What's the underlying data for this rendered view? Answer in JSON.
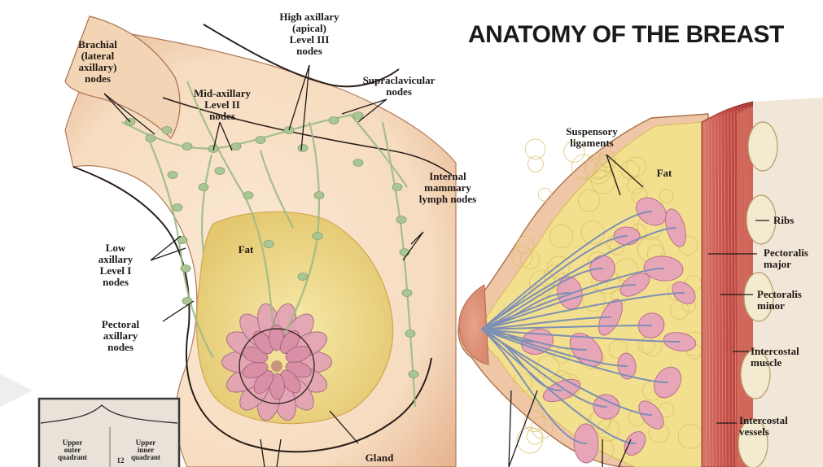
{
  "title": "ANATOMY OF THE BREAST",
  "left_labels": {
    "high_axillary": "High axillary\n(apical)\nLevel III\nnodes",
    "brachial": "Brachial\n(lateral\naxillary)\nnodes",
    "mid_axillary": "Mid-axillary\nLevel II\nnodes",
    "supraclavicular": "Supraclavicular\nnodes",
    "internal_mammary": "Internal\nmammary\nlymph nodes",
    "low_axillary": "Low\naxillary\nLevel I\nnodes",
    "pectoral": "Pectoral\naxillary\nnodes",
    "fat": "Fat",
    "gland": "Gland"
  },
  "right_labels": {
    "suspensory": "Suspensory\nligaments",
    "fat": "Fat",
    "ribs": "Ribs",
    "pectoralis_major": "Pectoralis\nmajor",
    "pectoralis_minor": "Pectoralis\nminor",
    "intercostal_muscle": "Intercostal\nmuscle",
    "intercostal_vessels": "Intercostal\nvessels"
  },
  "inset": {
    "upper_outer": "Upper\nouter\nquadrant",
    "upper_inner": "Upper\ninner\nquadrant",
    "clock_12": "12"
  },
  "colors": {
    "skin": "#f6dcc0",
    "skin_shade": "#e9b896",
    "fat_yellow": "#f1e08a",
    "gland_pink": "#e7a6b8",
    "lymph_green": "#a9c694",
    "muscle_red": "#c9524a",
    "rib_cream": "#f3ead0"
  }
}
